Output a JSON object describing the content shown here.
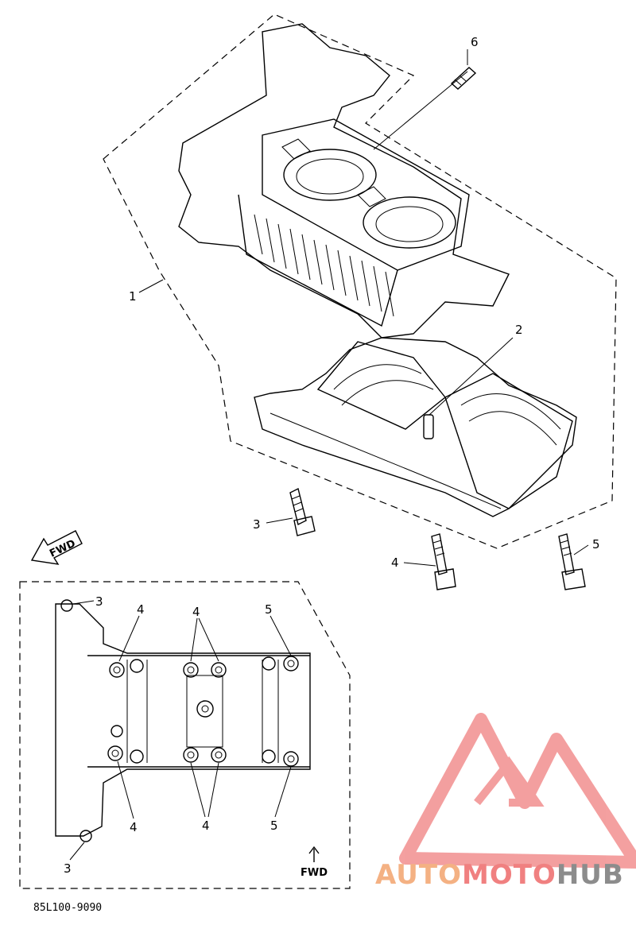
{
  "callouts": {
    "crankcase": "1",
    "dowel_pin": "2",
    "bolt_3": "3",
    "bolt_4": "4",
    "bolt_5": "5",
    "plug": "6"
  },
  "inset": {
    "labels": {
      "top_left": "3",
      "top_4a": "4",
      "top_4b": "4",
      "top_5": "5",
      "bottom_4a": "4",
      "bottom_4b": "4",
      "bottom_5": "5",
      "bottom_left": "3"
    },
    "fwd_label": "FWD"
  },
  "fwd_arrow_label": "FWD",
  "part_code": "85L100-9090",
  "watermark": {
    "part1": "AUTO",
    "part2": "MOTO",
    "part3": "HUB",
    "color_orange": "#f4b183",
    "color_red": "#f08080",
    "color_gray": "#8c8c8c"
  }
}
